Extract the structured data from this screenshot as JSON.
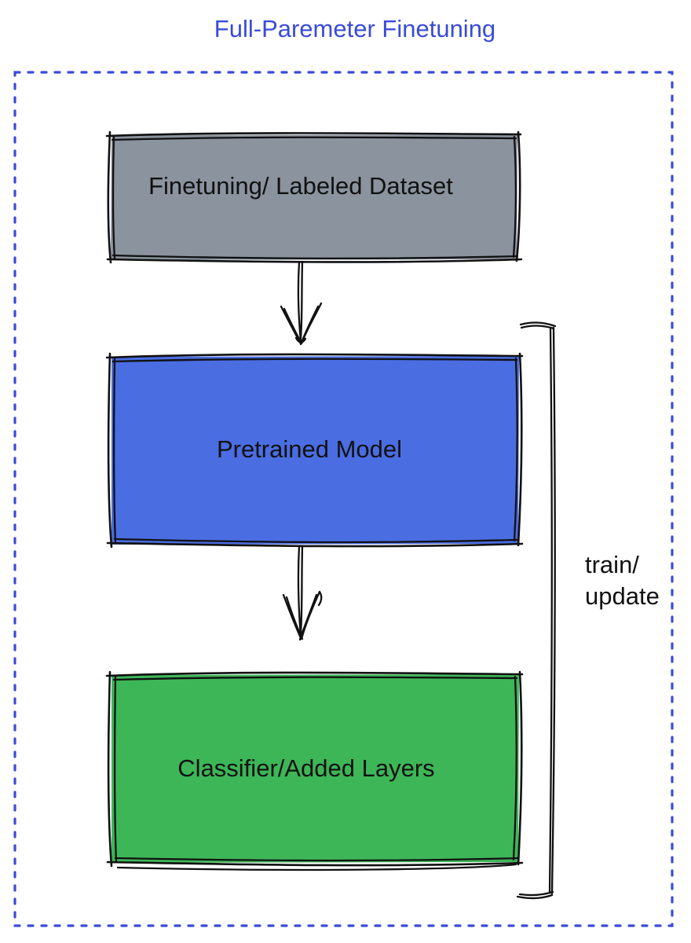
{
  "title": {
    "text": "Full-Paremeter Finetuning",
    "color": "#3a4bd8"
  },
  "container": {
    "border_color": "#3a4bd8",
    "border_style": "dashed"
  },
  "flow": {
    "boxes": [
      {
        "label": "Finetuning/ Labeled Dataset",
        "fill": "#8a939e"
      },
      {
        "label": "Pretrained Model",
        "fill": "#4a6de2"
      },
      {
        "label": "Classifier/Added Layers",
        "fill": "#3db657"
      }
    ],
    "connectors": [
      {
        "type": "arrow-down",
        "from": "Finetuning/ Labeled Dataset",
        "to": "Pretrained Model"
      },
      {
        "type": "arrow-down",
        "from": "Pretrained Model",
        "to": "Classifier/Added Layers"
      }
    ],
    "bracket": {
      "label_line1": "train/",
      "label_line2": "update",
      "spans": [
        "Pretrained Model",
        "Classifier/Added Layers"
      ]
    }
  },
  "ink_color": "#111111"
}
